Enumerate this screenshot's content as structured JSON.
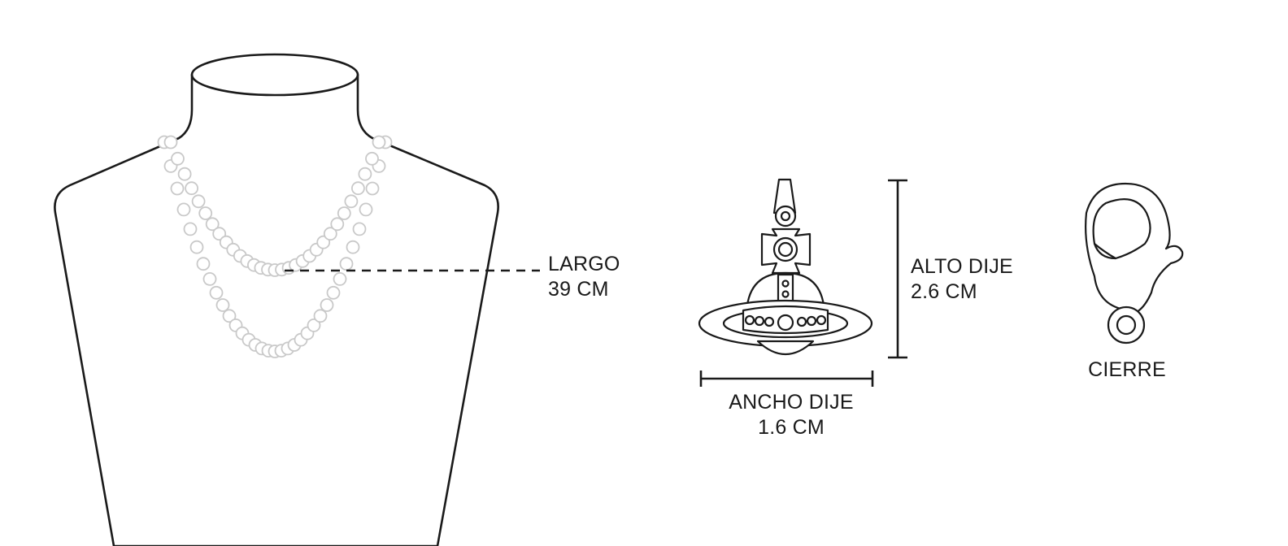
{
  "length": {
    "label": "LARGO",
    "value": "39 CM"
  },
  "pendant_height": {
    "label": "ALTO DIJE",
    "value": "2.6 CM"
  },
  "pendant_width": {
    "label": "ANCHO DIJE",
    "value": "1.6 CM"
  },
  "clasp": {
    "label": "CIERRE"
  },
  "colors": {
    "outline": "#1a1a1a",
    "pearl_outline": "#c9c9c9",
    "background": "#ffffff"
  }
}
